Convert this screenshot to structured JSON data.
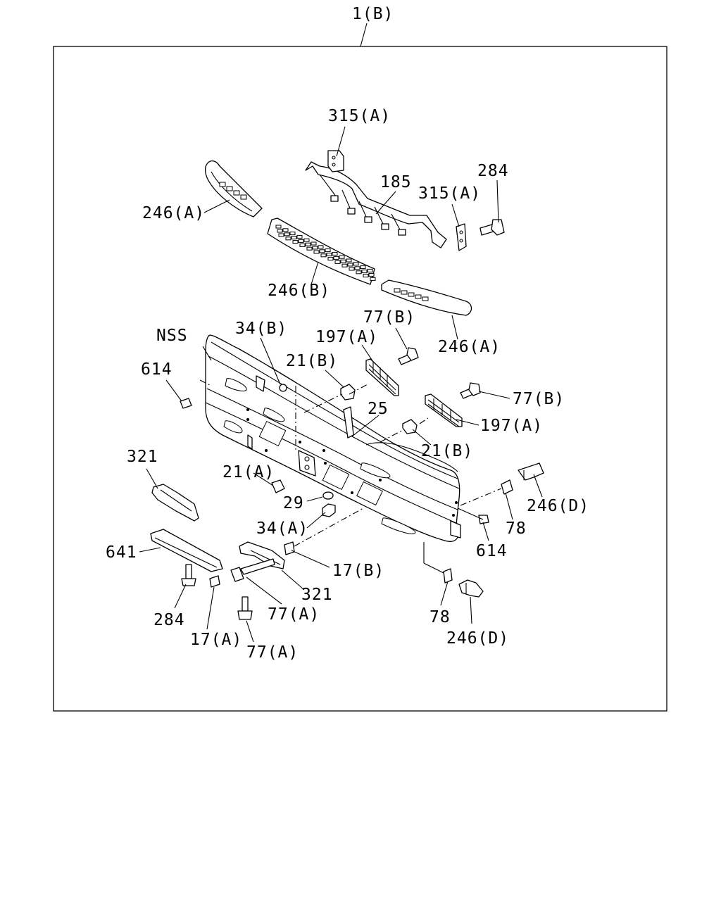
{
  "assembly_label": "1(B)",
  "callouts": {
    "c315a_top": "315(A)",
    "c284_top": "284",
    "c185": "185",
    "c315a_right": "315(A)",
    "c246a_left": "246(A)",
    "c246b": "246(B)",
    "c77b_top": "77(B)",
    "c246a_right": "246(A)",
    "cNSS": "NSS",
    "c34b": "34(B)",
    "c197a_top": "197(A)",
    "c21b_top": "21(B)",
    "c614_left": "614",
    "c77b_right": "77(B)",
    "c25": "25",
    "c197a_right": "197(A)",
    "c21b_right": "21(B)",
    "c321_top": "321",
    "c21a": "21(A)",
    "c29": "29",
    "c246d_right": "246(D)",
    "c34a": "34(A)",
    "c78_right": "78",
    "c641": "641",
    "c614_right": "614",
    "c17b": "17(B)",
    "c321_bottom": "321",
    "c77a_mid": "77(A)",
    "c284_bottom": "284",
    "c78_bottom": "78",
    "c17a": "17(A)",
    "c246d_bottom": "246(D)",
    "c77a_bottom": "77(A)"
  }
}
